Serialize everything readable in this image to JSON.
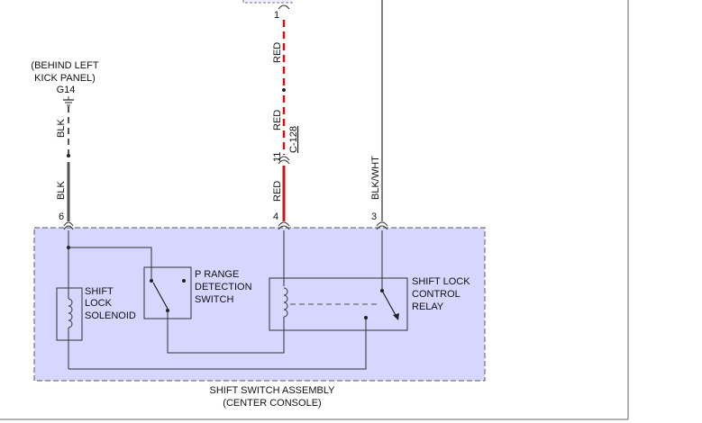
{
  "colors": {
    "assembly_fill": "#d6d6ff",
    "red_wire": "#d21414",
    "wire": "#444444",
    "dashed": "#555555"
  },
  "ground": {
    "location_line1": "(BEHIND LEFT",
    "location_line2": "KICK PANEL)",
    "id": "G14"
  },
  "wires": {
    "blk_upper": "BLK",
    "blk_lower": "BLK",
    "red_top": "RED",
    "red_mid": "RED",
    "red_low": "RED",
    "blk_wht": "BLK/WHT"
  },
  "connector": {
    "id": "C-128",
    "pin": "11"
  },
  "top_pin": "1",
  "pins": {
    "p6": "6",
    "p4": "4",
    "p3": "3"
  },
  "components": {
    "solenoid": [
      "SHIFT",
      "LOCK",
      "SOLENOID"
    ],
    "switch": [
      "P RANGE",
      "DETECTION",
      "SWITCH"
    ],
    "relay": [
      "SHIFT LOCK",
      "CONTROL",
      "RELAY"
    ]
  },
  "assembly": {
    "name": "SHIFT SWITCH ASSEMBLY",
    "location": "(CENTER CONSOLE)"
  }
}
